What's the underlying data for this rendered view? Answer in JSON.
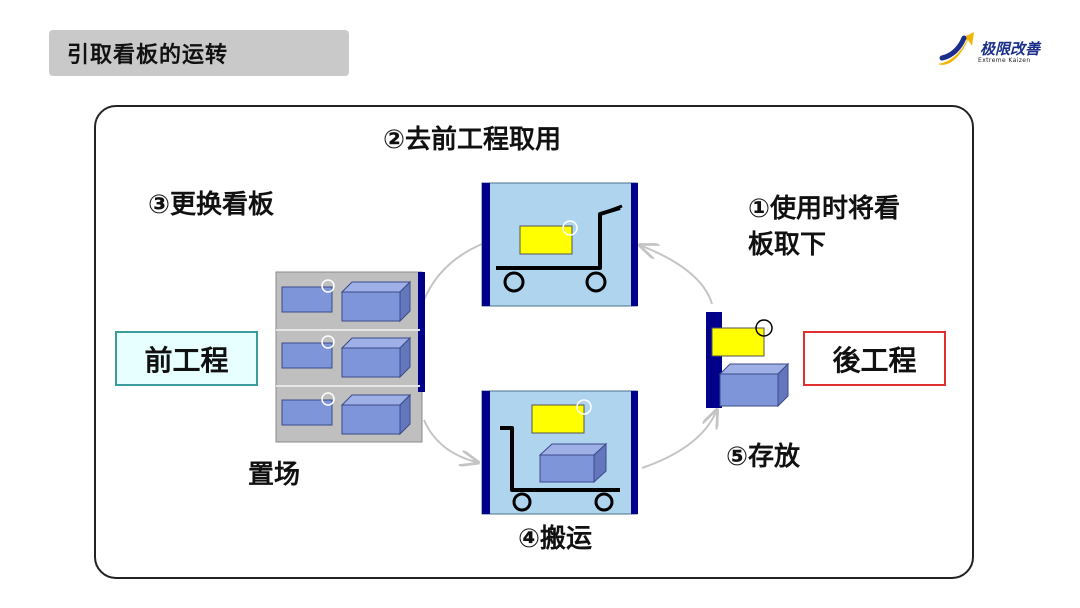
{
  "header": {
    "title": "引取看板的运转",
    "logo": {
      "name": "极限改善",
      "subtitle": "Extreme Kaizen"
    }
  },
  "diagram": {
    "step2": "②去前工程取用",
    "step3": "③更换看板",
    "step1_line1": "①使用时将看",
    "step1_line2": "板取下",
    "step4": "④搬运",
    "step5": "⑤存放",
    "storage": "置场",
    "front_process": "前工程",
    "back_process": "後工程"
  },
  "colors": {
    "panel_fill": "#aed4ee",
    "navy": "#00008b",
    "kanban_yellow": "#ffff00",
    "box_blue": "#7f95d9",
    "rack_gray": "#bfbfbf",
    "front_border": "#3c9b9b",
    "front_fill": "#e8ffff",
    "back_border": "#e03030"
  }
}
